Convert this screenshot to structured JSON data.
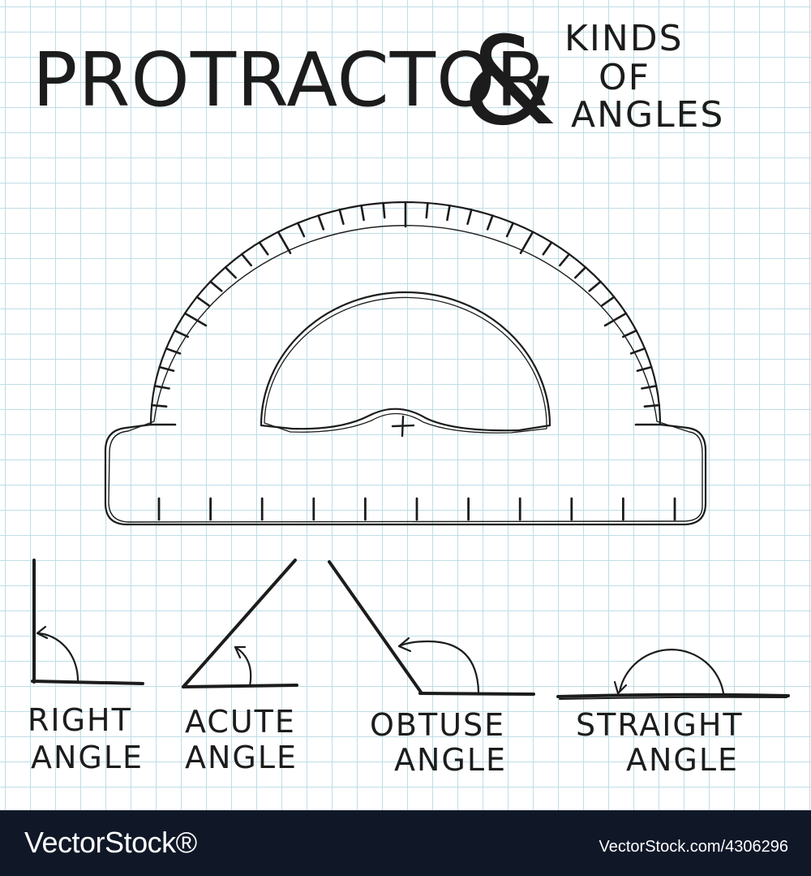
{
  "title": {
    "main": "PROTRACTOR",
    "amp": "&",
    "sub_line1": "KINDS",
    "sub_line2": "OF",
    "sub_line3": "ANGLES"
  },
  "angles": [
    {
      "line1": "RIGHT",
      "line2": "ANGLE",
      "degrees": 90
    },
    {
      "line1": "ACUTE",
      "line2": "ANGLE",
      "degrees": 45
    },
    {
      "line1": "OBTUSE",
      "line2": "ANGLE",
      "degrees": 125
    },
    {
      "line1": "STRAIGHT",
      "line2": "ANGLE",
      "degrees": 180
    }
  ],
  "protractor": {
    "arc_tick_count": 37,
    "ruler_tick_count": 11
  },
  "footer": {
    "brand": "VectorStock®",
    "credit": "VectorStock.com/4306296"
  },
  "colors": {
    "ink": "#1c1c1c",
    "grid": "#bfdde6",
    "footer_bg": "#101828",
    "footer_text": "#ffffff"
  }
}
